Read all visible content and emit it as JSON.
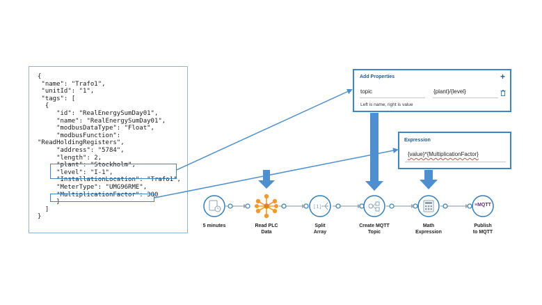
{
  "json_lines": [
    "{",
    " \"name\": \"Trafo1\",",
    " \"unitId\": \"1\",",
    " \"tags\": [",
    "  {",
    "     \"id\": \"RealEnergySumDay01\",",
    "     \"name\": \"RealEnergySumDay01\",",
    "     \"modbusDataType\": \"Float\",",
    "     \"modbusFunction\":",
    "\"ReadHoldingRegisters\",",
    "     \"address\": \"5784\",",
    "     \"length\": 2,",
    "     \"plant\": \"Stockholm\",",
    "     \"level\": \"I-1\",",
    "     \"InstallationLocation\": \"Trafo1\",",
    "     \"MeterType\": \"UMG96RME\",",
    "     \"MultiplicationFactor\": 300",
    "     }",
    "  ]",
    "}"
  ],
  "add_properties": {
    "title": "Add Properties",
    "plus": "+",
    "name_value": "topic",
    "value_value": "{plant}/{level}",
    "hint": "Left is name, right is value"
  },
  "expression": {
    "title": "Expression",
    "value": "{value}*{MultiplicationFactor}"
  },
  "flow_nodes": [
    {
      "label": "5 minutes",
      "icon": "timer-icon"
    },
    {
      "label": "Read PLC\nData",
      "icon": "plc-network-icon"
    },
    {
      "label": "Split\nArray",
      "icon": "split-array-icon"
    },
    {
      "label": "Create MQTT\nTopic",
      "icon": "create-topic-icon"
    },
    {
      "label": "Math\nExpression",
      "icon": "calculator-icon"
    },
    {
      "label": "Publish\nto MQTT",
      "icon": "mqtt-icon"
    }
  ],
  "mqtt_logo_text": "≡MQTT",
  "colors": {
    "accent": "#3b86c8",
    "arrow": "#4d8fd0",
    "node_ring": "#2f7ebf",
    "plc_orange": "#f39a2b",
    "mqtt_purple": "#6b2c82"
  }
}
